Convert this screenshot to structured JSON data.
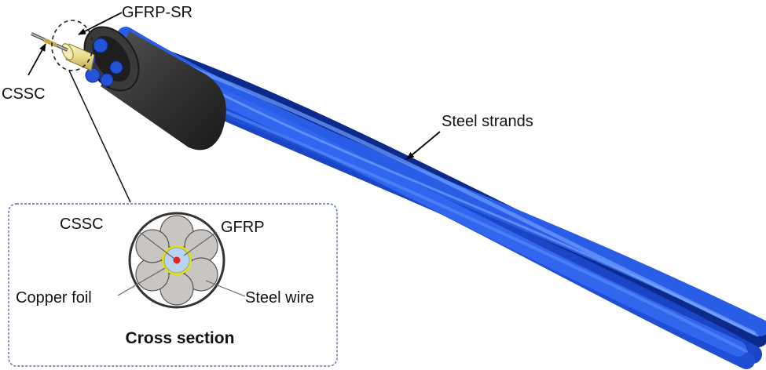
{
  "labels": {
    "gfrp_sr": "GFRP-SR",
    "cssc_top": "CSSC",
    "steel_strands": "Steel strands"
  },
  "cross_section": {
    "title": "Cross section",
    "cssc": "CSSC",
    "gfrp": "GFRP",
    "copper_foil": "Copper foil",
    "steel_wire": "Steel wire"
  },
  "colors": {
    "strand_blue": "#1f4fd6",
    "strand_highlight": "#6fa0ff",
    "sheath_dark": "#2b2b2b",
    "gfrp_yellow": "#e9d98a",
    "copper_foil": "#e8e000",
    "cssc_core": "#e3262a",
    "steel_wire_gray": "#c9c5c2",
    "panel_border": "#5b6fa8"
  }
}
